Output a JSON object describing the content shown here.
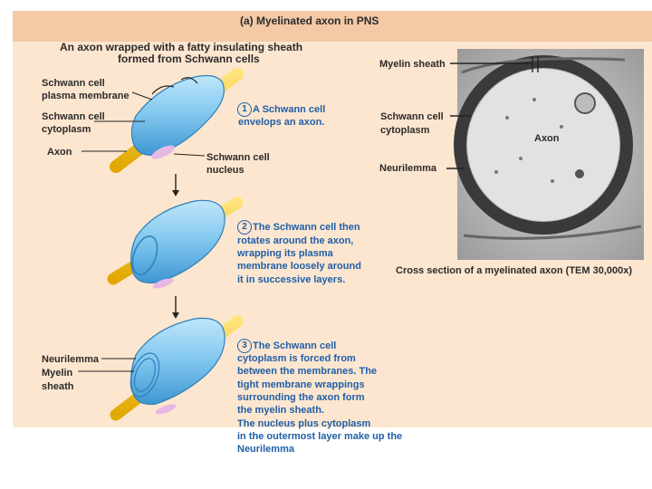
{
  "title": "(a) Myelinated axon in PNS",
  "subtitle_line1": "An axon wrapped with a fatty insulating sheath",
  "subtitle_line2": "formed from Schwann cells",
  "labels": {
    "schwann_membrane_1": "Schwann cell",
    "schwann_membrane_2": "plasma membrane",
    "schwann_cytoplasm_1": "Schwann cell",
    "schwann_cytoplasm_2": "cytoplasm",
    "axon": "Axon",
    "nucleus_1": "Schwann cell",
    "nucleus_2": "nucleus",
    "neurilemma": "Neurilemma",
    "myelin_1": "Myelin",
    "myelin_2": "sheath"
  },
  "steps": {
    "step1_num": "1",
    "step1_lines": [
      "A Schwann cell",
      "envelops an axon."
    ],
    "step2_num": "2",
    "step2_lines": [
      "The Schwann cell then",
      "rotates around the axon,",
      "wrapping its plasma",
      "membrane loosely around",
      "it in successive layers."
    ],
    "step3_num": "3",
    "step3_lines": [
      "The Schwann cell",
      "cytoplasm is forced from",
      "between the membranes. The",
      "tight membrane wrappings",
      "surrounding the axon form",
      "the myelin sheath.",
      "The nucleus plus cytoplasm",
      "in the outermost layer make up the",
      "Neurilemma"
    ]
  },
  "micrograph": {
    "myelin_sheath": "Myelin sheath",
    "cytoplasm_1": "Schwann cell",
    "cytoplasm_2": "cytoplasm",
    "neurilemma": "Neurilemma",
    "axon": "Axon",
    "caption": "Cross section of a myelinated axon (TEM 30,000x)"
  },
  "colors": {
    "panel_bg": "#fde6cf",
    "header_bg": "#f3c9a6",
    "step_text": "#1f5fa8",
    "axon_yellow": "#f5c518",
    "schwann_blue": "#7fc6ee",
    "nucleus_pink": "#e7b8e6"
  }
}
